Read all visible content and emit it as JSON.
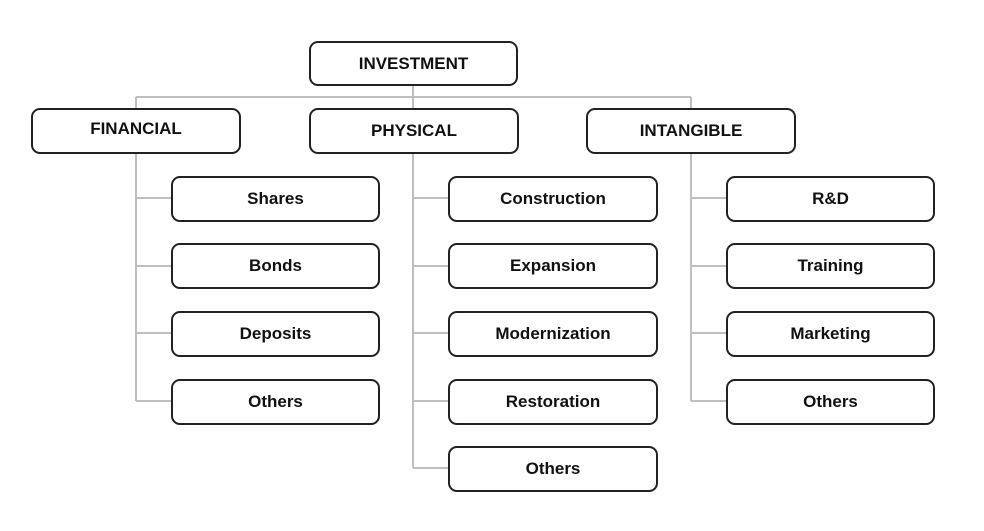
{
  "root": {
    "label": "INVESTMENT"
  },
  "categories": [
    {
      "label": "FINANCIAL",
      "items": [
        "Shares",
        "Bonds",
        "Deposits",
        "Others"
      ]
    },
    {
      "label": "PHYSICAL",
      "items": [
        "Construction",
        "Expansion",
        "Modernization",
        "Restoration",
        "Others"
      ]
    },
    {
      "label": "INTANGIBLE",
      "items": [
        "R&D",
        "Training",
        "Marketing",
        "Others"
      ]
    }
  ],
  "colors": {
    "box_border": "#222222",
    "connector": "#bfbfbf",
    "text": "#111111"
  }
}
